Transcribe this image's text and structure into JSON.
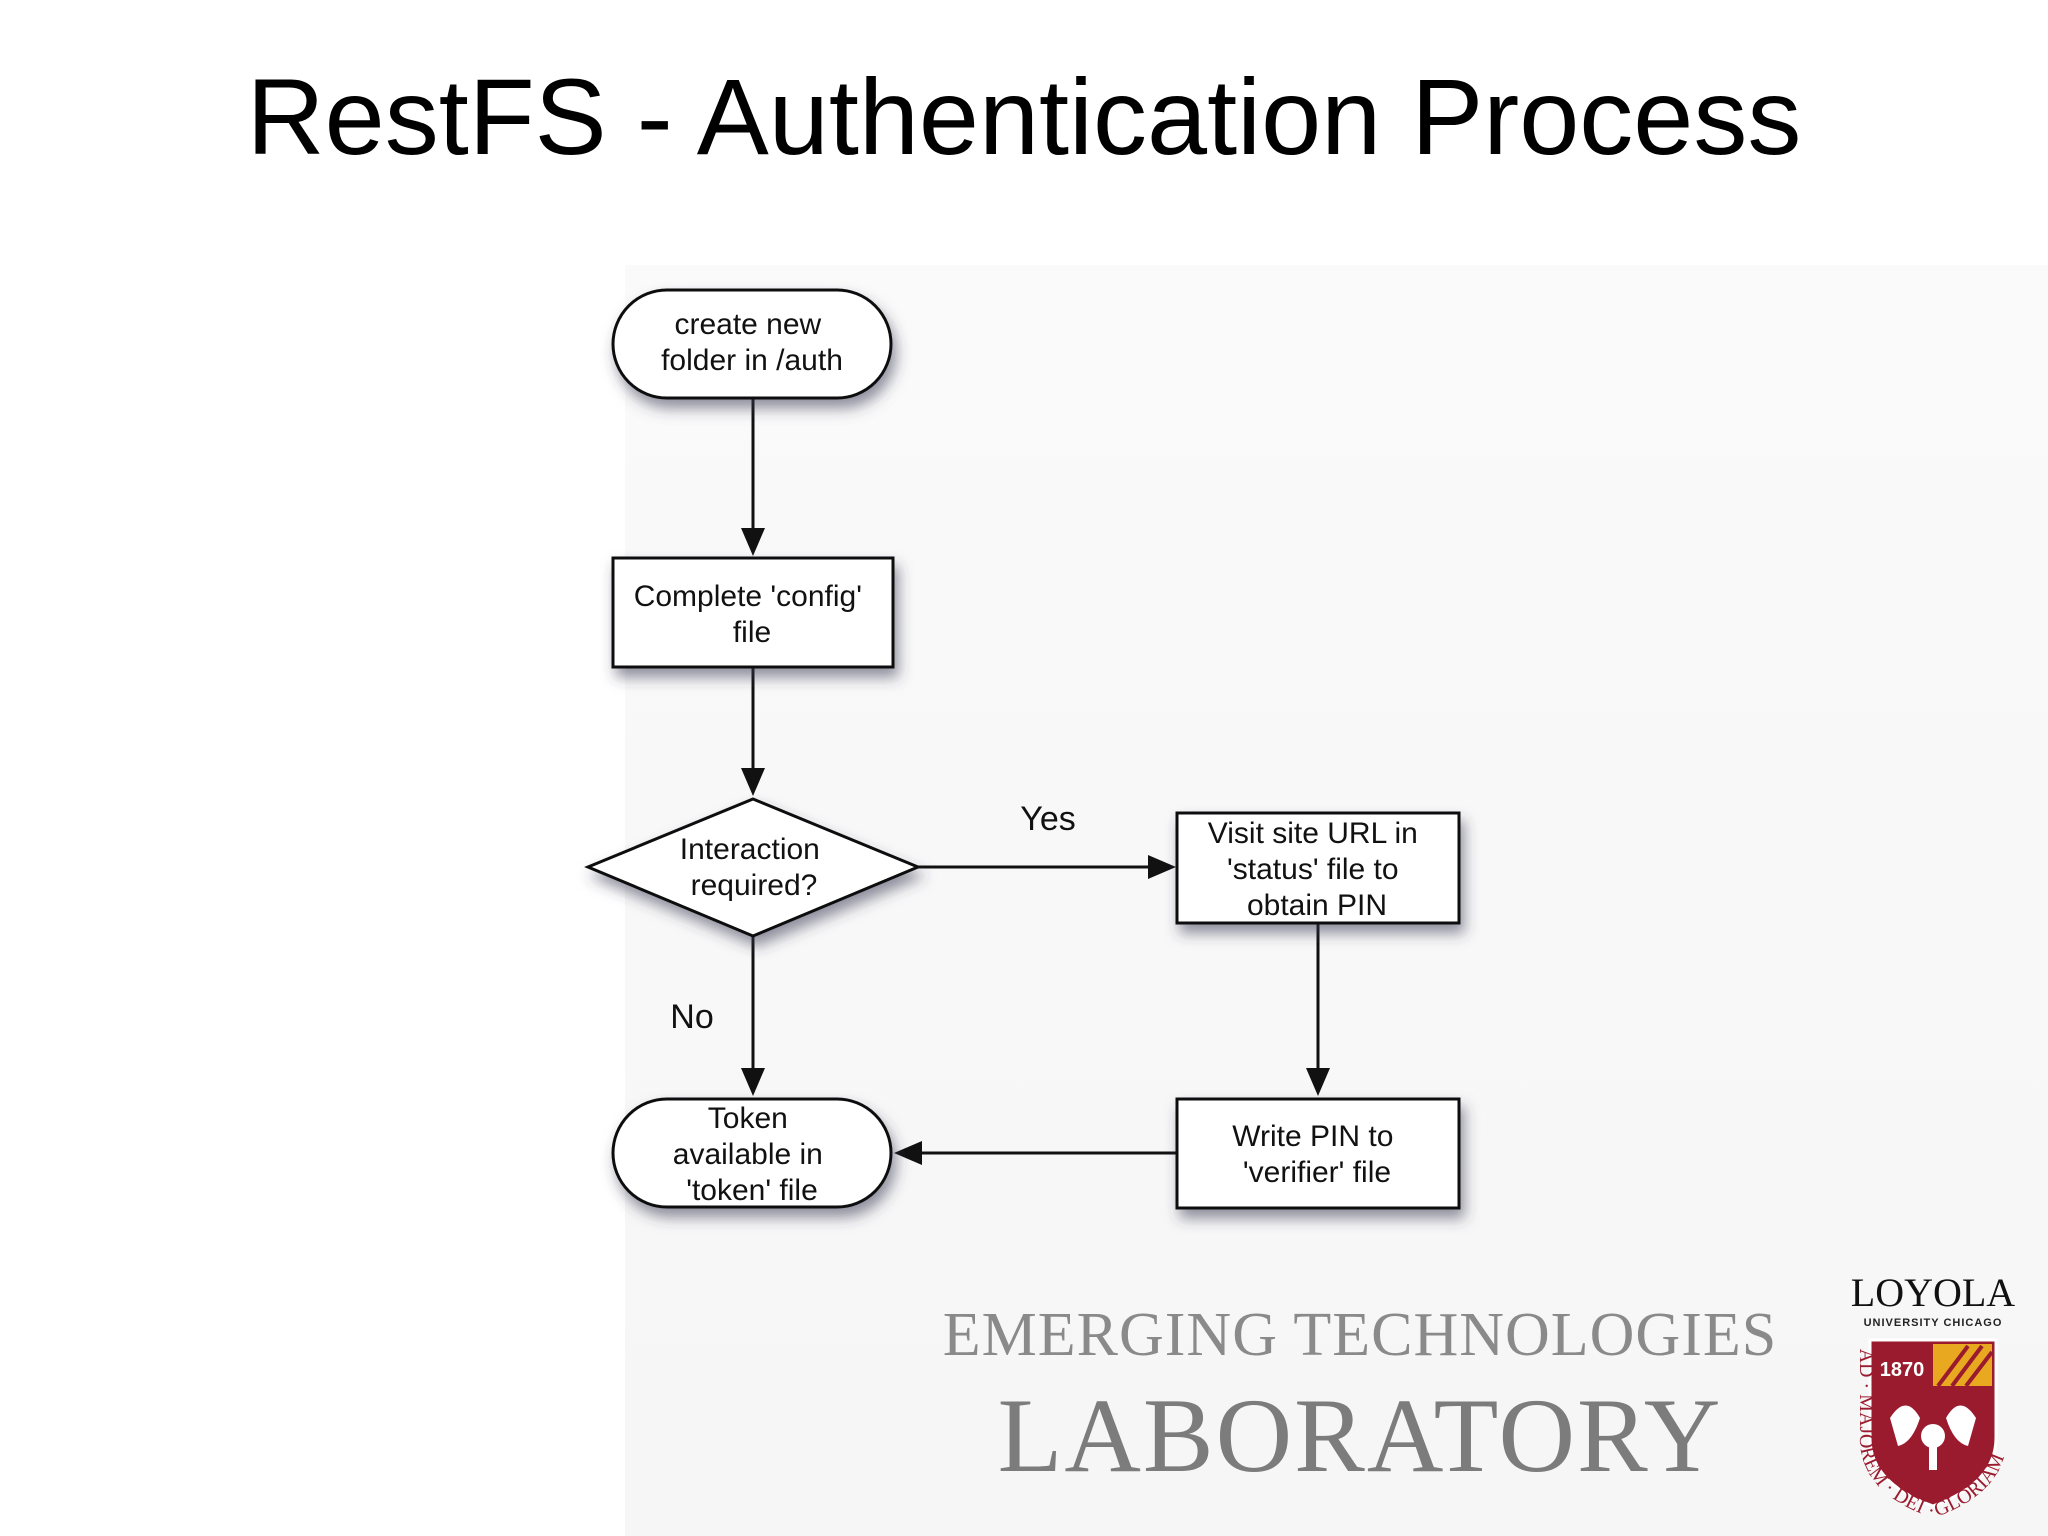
{
  "title": "RestFS - Authentication Process",
  "flowchart": {
    "nodes": {
      "create_folder": [
        "create new",
        "folder in /auth"
      ],
      "complete_config": [
        "Complete 'config'",
        "file"
      ],
      "interaction_required": [
        "Interaction",
        "required?"
      ],
      "visit_site": [
        "Visit site URL in",
        "'status' file to",
        "obtain PIN"
      ],
      "write_pin": [
        "Write PIN to",
        "'verifier' file"
      ],
      "token_available": [
        "Token",
        "available in",
        "'token' file"
      ]
    },
    "edges": {
      "yes_label": "Yes",
      "no_label": "No"
    }
  },
  "footer": {
    "lab_line1": "EMERGING TECHNOLOGIES",
    "lab_line2": "LABORATORY"
  },
  "logo": {
    "name": "LOYOLA",
    "subtitle": "UNIVERSITY CHICAGO",
    "year": "1870",
    "motto": "AD · MAJOREM · DEI · GLORIAM",
    "colors": {
      "shield": "#9b1b2e",
      "gold": "#e8a820"
    }
  },
  "colors": {
    "node_fill": "#ffffff",
    "node_stroke": "#111111",
    "shadow": "#3a3a55"
  }
}
